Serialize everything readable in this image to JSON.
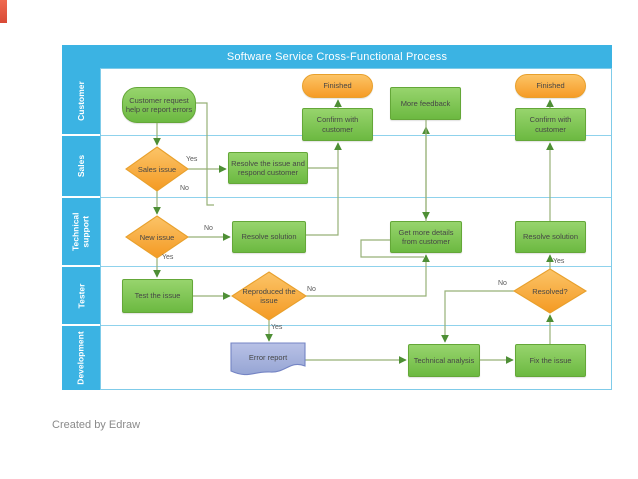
{
  "title": "Software Service Cross-Functional Process",
  "footer_credit": "Created by Edraw",
  "lanes": [
    {
      "label": "Customer"
    },
    {
      "label": "Sales"
    },
    {
      "label": "Technical support"
    },
    {
      "label": "Tester"
    },
    {
      "label": "Development"
    }
  ],
  "nodes": {
    "customer_request": {
      "label": "Customer request help or report errors"
    },
    "finished_left": {
      "label": "Finished"
    },
    "finished_right": {
      "label": "Finished"
    },
    "confirm_left": {
      "label": "Confirm with customer"
    },
    "confirm_right": {
      "label": "Confirm with customer"
    },
    "more_feedback": {
      "label": "More feedback"
    },
    "sales_issue": {
      "label": "Sales issue"
    },
    "resolve_issue": {
      "label": "Resolve the issue and respond customer"
    },
    "new_issue": {
      "label": "New issue"
    },
    "resolve_solution_left": {
      "label": "Resolve solution"
    },
    "get_more_details": {
      "label": "Get more details from customer"
    },
    "resolve_solution_right": {
      "label": "Resolve solution"
    },
    "test_issue": {
      "label": "Test the issue"
    },
    "reproduced_issue": {
      "label": "Reproduced the issue"
    },
    "resolved": {
      "label": "Resolved?"
    },
    "error_report": {
      "label": "Error report"
    },
    "technical_analysis": {
      "label": "Technical analysis"
    },
    "fix_issue": {
      "label": "Fix the issue"
    }
  },
  "edge_labels": {
    "sales_issue_yes": "Yes",
    "sales_issue_no": "No",
    "new_issue_no": "No",
    "new_issue_yes": "Yes",
    "reproduced_no": "No",
    "reproduced_yes": "Yes",
    "resolved_yes": "Yes",
    "resolved_no": "No"
  },
  "colors": {
    "lane_blue": "#3bb3e3",
    "divider_blue": "#7fcbe9",
    "node_green": "#6cb941",
    "node_orange": "#f69b26",
    "doc_purple": "#96a5d4",
    "connector_green": "#97b177"
  }
}
